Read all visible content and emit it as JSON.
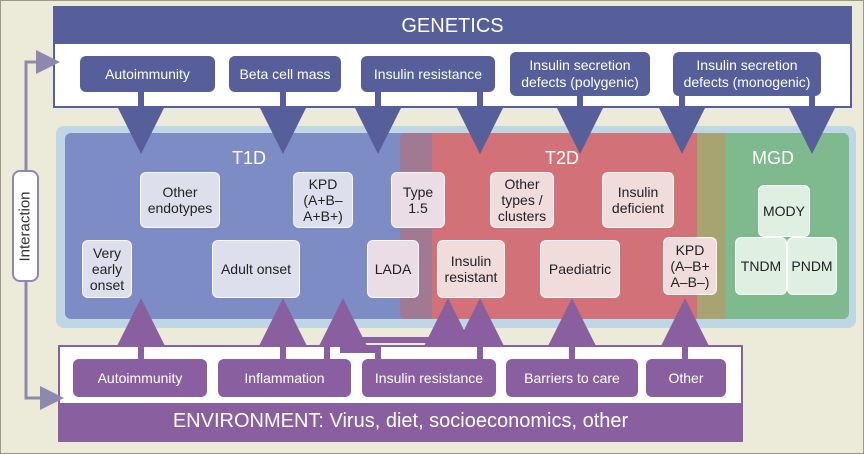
{
  "genetics": {
    "title": "GENETICS",
    "factors": [
      "Autoimmunity",
      "Beta cell mass",
      "Insulin resistance",
      "Insulin secretion defects (polygenic)",
      "Insulin secretion defects (monogenic)"
    ]
  },
  "environment": {
    "title": "ENVIRONMENT: Virus, diet, socioeconomics, other",
    "factors": [
      "Autoimmunity",
      "Inflammation",
      "Insulin resistance",
      "Barriers to care",
      "Other"
    ]
  },
  "interaction_label": "Interaction",
  "regions": {
    "t1d": "T1D",
    "t2d": "T2D",
    "mgd": "MGD"
  },
  "subtypes": {
    "other_endotypes": "Other endotypes",
    "kpd_plus": "KPD (A+B– A+B+)",
    "type15": "Type 1.5",
    "other_types": "Other types / clusters",
    "insulin_deficient": "Insulin deficient",
    "very_early_onset": "Very early onset",
    "adult_onset": "Adult onset",
    "lada": "LADA",
    "insulin_resistant": "Insulin resistant",
    "paediatric": "Paediatric",
    "kpd_minus": "KPD (A–B+ A–B–)",
    "mody": "MODY",
    "tndm": "TNDM",
    "pndm": "PNDM"
  },
  "colors": {
    "genetics": "#565f9a",
    "environment": "#8a5fa0",
    "t1d": "#7d8cc5",
    "t2d": "#d65c60",
    "mgd": "#7eba8e",
    "background": "#ecebd9"
  }
}
